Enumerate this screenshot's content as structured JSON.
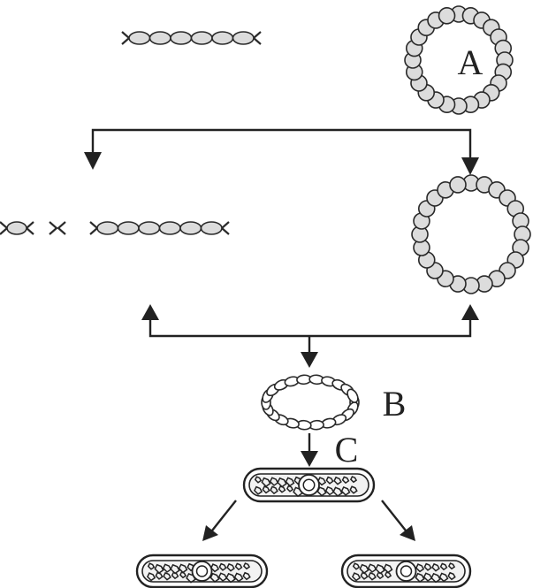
{
  "labels": {
    "a": "A",
    "b": "B",
    "c": "C"
  },
  "colors": {
    "bead_fill": "#dcdcdc",
    "outline": "#222222",
    "background": "#ffffff"
  }
}
